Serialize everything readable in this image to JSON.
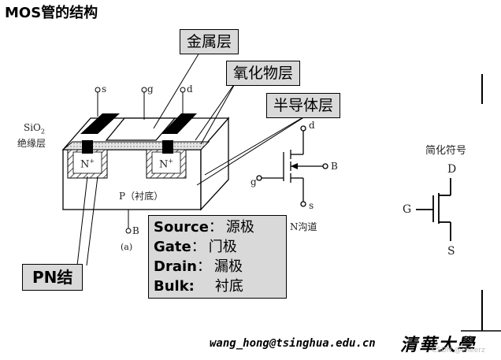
{
  "title": "MOS管的结构",
  "callouts": {
    "metal": "金属层",
    "oxide": "氧化物层",
    "semi": "半导体层"
  },
  "device": {
    "s": "s",
    "g": "g",
    "d": "d",
    "sio2": "SiO",
    "sio2_sub": "2",
    "insulator": "绝缘层",
    "n_plus": "N",
    "sup": "+",
    "substrate": "P（衬底）",
    "b": "B",
    "fig_label": "(a)"
  },
  "nchannel": {
    "d": "d",
    "g": "g",
    "s": "s",
    "b": "B",
    "caption": "N沟道"
  },
  "simplified": {
    "title": "简化符号",
    "d": "D",
    "g": "G",
    "s": "S"
  },
  "terms": [
    {
      "name": "Source",
      "sep": "：",
      "cn": "源极"
    },
    {
      "name": "Gate",
      "sep": "：",
      "cn": "门极"
    },
    {
      "name": "Drain",
      "sep": "：",
      "cn": "漏极"
    },
    {
      "name": "Bulk:",
      "sep": "",
      "cn": "衬底"
    }
  ],
  "pn": "PN结",
  "email": "wang_hong@tsinghua.edu.cn",
  "logo": "清華大學",
  "watermark": "CSDN @cheerz"
}
